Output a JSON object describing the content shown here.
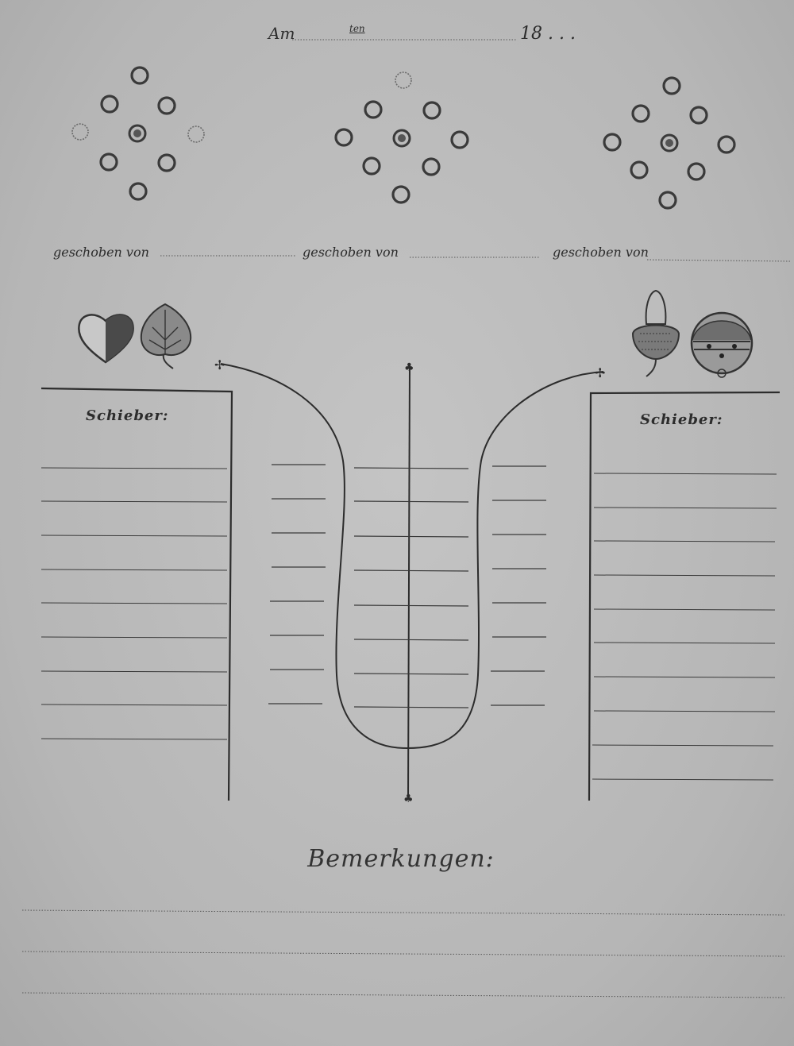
{
  "header": {
    "am_label": "Am",
    "ten_label": "ten",
    "year_label": "18 . . ."
  },
  "patterns": {
    "pushed_by_label": "geschoben von"
  },
  "columns": {
    "left_heading": "Schieber:",
    "right_heading": "Schieber:"
  },
  "suit_icons": {
    "left": [
      "heart-icon",
      "leaf-icon"
    ],
    "right": [
      "acorn-icon",
      "bell-icon"
    ]
  },
  "remarks": {
    "heading": "Bemerkungen:"
  },
  "colors": {
    "paper": "#b9b9b9",
    "ink": "#2c2c2c"
  }
}
